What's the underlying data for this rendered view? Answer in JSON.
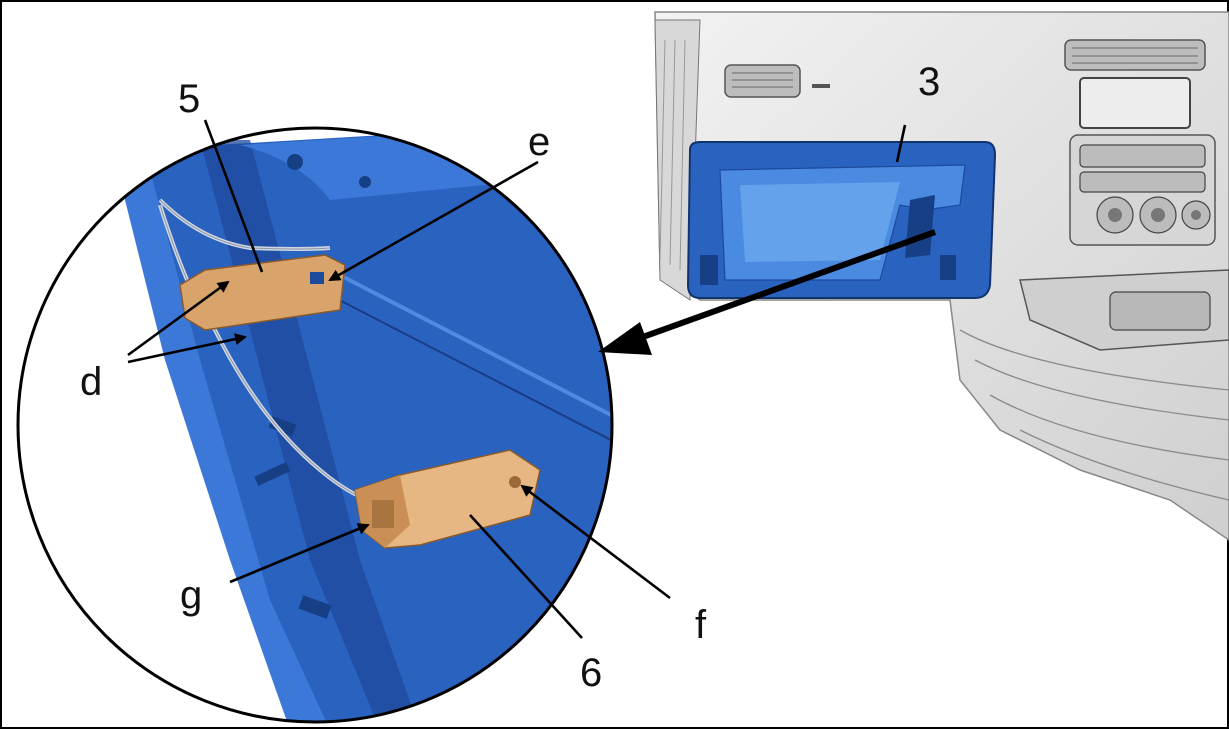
{
  "callouts": {
    "three": "3",
    "five": "5",
    "six": "6",
    "d": "d",
    "e": "e",
    "f": "f",
    "g": "g"
  },
  "colors": {
    "panel_blue": "#2a62c0",
    "panel_blue_dark": "#1d4a9c",
    "panel_blue_light": "#3b78d8",
    "bracket_tan": "#d9a46c",
    "module_tan": "#e7b783",
    "dashboard_gray": "#e6e6e6",
    "outline": "#000000"
  },
  "icons": {
    "detail_lens": "magnifier-circle",
    "bracket_part": "bracket",
    "module_part": "electronic-module",
    "view_arrow": "arrow-left"
  }
}
